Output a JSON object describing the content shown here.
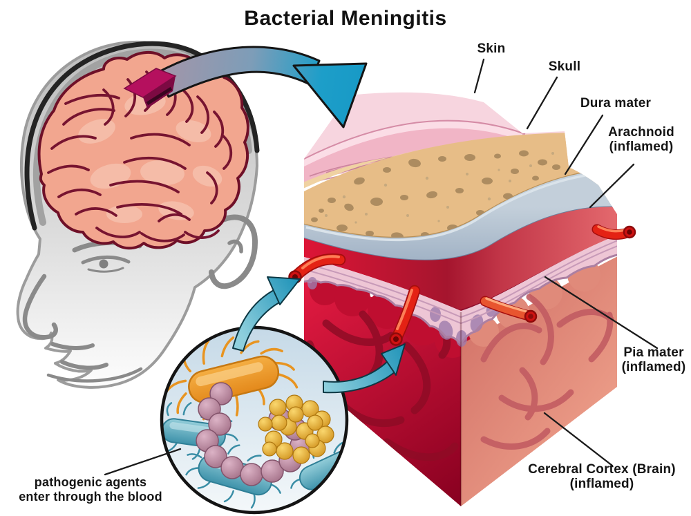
{
  "title": "Bacterial Meningitis",
  "labels": {
    "skin": "Skin",
    "skull": "Skull",
    "dura_mater": "Dura mater",
    "arachnoid_line1": "Arachnoid",
    "arachnoid_line2": "(inflamed)",
    "pia_line1": "Pia mater",
    "pia_line2": "(inflamed)",
    "cortex_line1": "Cerebral Cortex (Brain)",
    "cortex_line2": "(inflamed)",
    "pathogens_line1": "pathogenic agents",
    "pathogens_line2": "enter through the blood"
  },
  "colors": {
    "title_text": "#111111",
    "label_text": "#141414",
    "leader_line": "#1a1a1a",
    "flow_arrow_teal": "#1d9ec9",
    "flow_arrow_tail": "#a495a8",
    "head_gray": "#bdbdbd",
    "brain_pink": "#f2a68f",
    "brain_outline": "#6f1028",
    "wedge_magenta": "#b5105e",
    "skin_layer": "#f1b5c6",
    "skull_layer": "#e7bd87",
    "dura_layer": "#9fb2c6",
    "arachnoid_layer": "#cf1b3c",
    "pia_layer": "#eec6d5",
    "cortex_left": "#c40f33",
    "cortex_right": "#e18a77",
    "blood_vessel": "#e02418",
    "bacteria_orange": "#ef9d2a",
    "bacteria_gold": "#dfa01e",
    "bacteria_purple": "#a8728c",
    "bacteria_teal": "#5aaec2",
    "inset_circle_fill": "#cfe0ec"
  }
}
